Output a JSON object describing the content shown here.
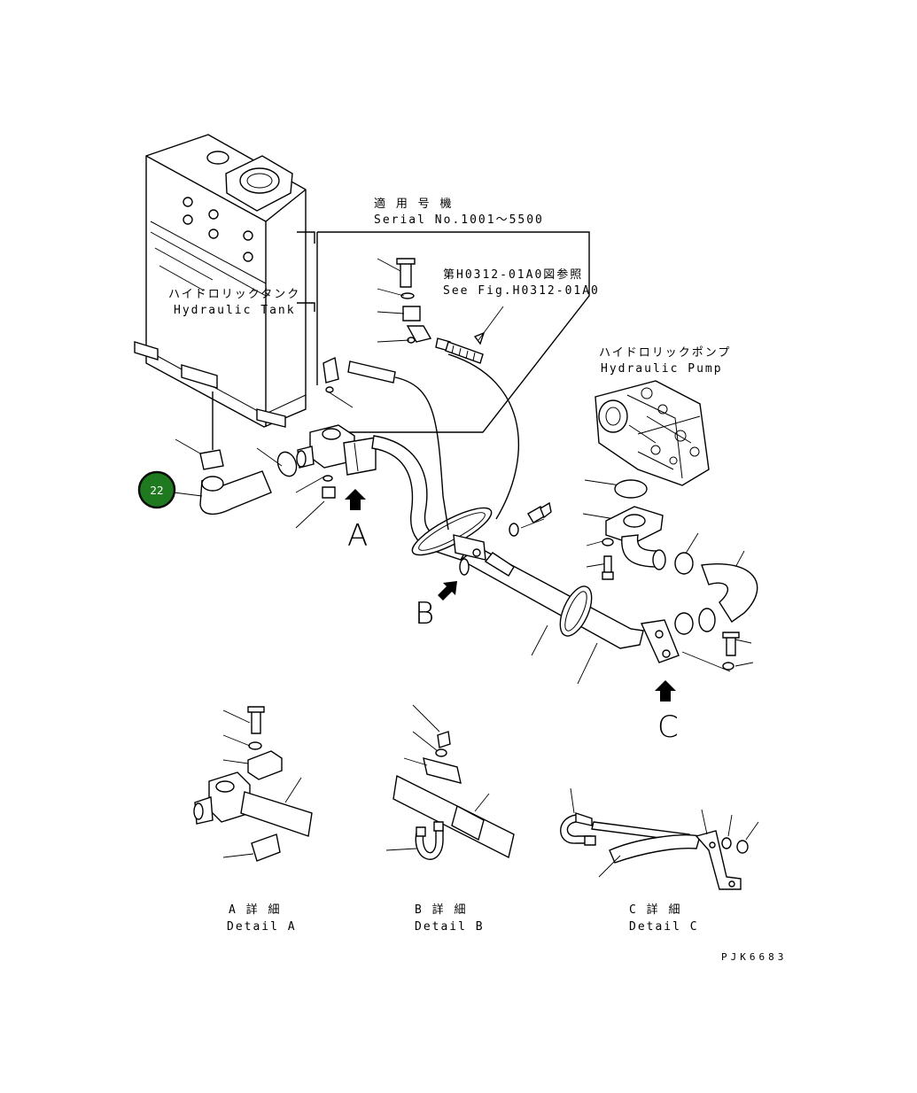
{
  "labels": {
    "serial_jp": "適 用 号 機",
    "serial_en": "Serial No.1001～5500",
    "ref_jp": "第H0312-01A0図参照",
    "ref_en": "See Fig.H0312-01A0",
    "tank_jp": "ハイドロリックタンク",
    "tank_en": "Hydraulic Tank",
    "pump_jp": "ハイドロリックポンプ",
    "pump_en": "Hydraulic Pump",
    "view_a": "A",
    "view_b": "B",
    "view_c": "C",
    "detail_a_jp": "A 詳 細",
    "detail_a_en": "Detail A",
    "detail_b_jp": "B 詳 細",
    "detail_b_en": "Detail B",
    "detail_c_jp": "C 詳 細",
    "detail_c_en": "Detail C",
    "drawing_code": "PJK6683"
  },
  "badge": {
    "number": "22",
    "color": "#1f7a1f"
  }
}
